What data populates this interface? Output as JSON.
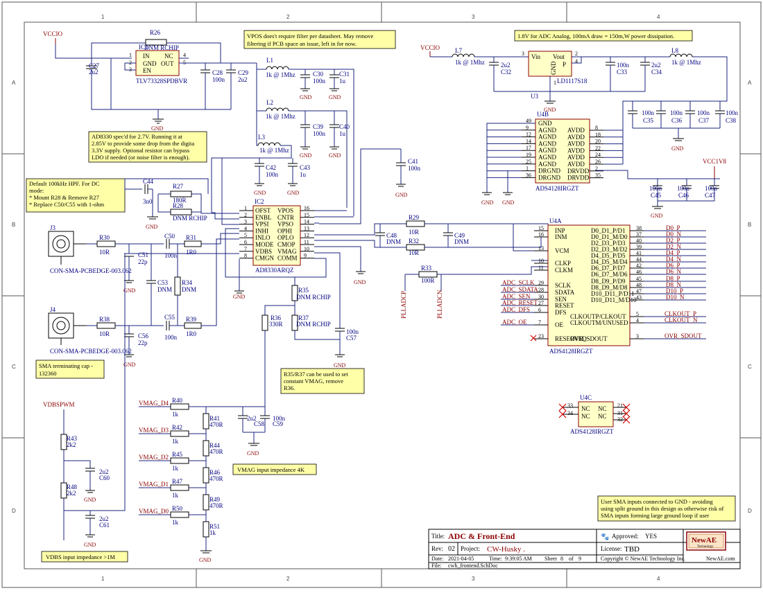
{
  "frame": {
    "cols": [
      "1",
      "2",
      "3",
      "4"
    ],
    "rows": [
      "A",
      "B",
      "C",
      "D"
    ]
  },
  "power": {
    "vccio_left": "VCCIO",
    "vccio_right": "VCCIO",
    "vcc1v8": "VCC1V8",
    "vdbspwm": "VDBSPWM",
    "gnd": "GND"
  },
  "notes": {
    "vpos": [
      "VPOS does't require filter per datasheet. May remove",
      "filtering if PCB space an issue, left in for now."
    ],
    "adc_analog": [
      "1.8V for ADC Analog, 100mA draw = 150m,W power dissipation."
    ],
    "ad8330": [
      "AD8330 spec'd for 2.7V. Running it at",
      "2.85V to provide some drop from the digita",
      "3.3V supply. Optional resistor can bypass",
      "LDO if needed (or noise filter is enough)."
    ],
    "hpf": [
      "Default 100kHz HPF. For DC",
      "mode:",
      "* Mount R28 & Remove R27",
      "* Replace C50/C55 with 1-ohm"
    ],
    "sma_cap": [
      "SMA terminating cap -",
      "132360"
    ],
    "r35": [
      "R35/R37 can be used to set",
      "constant VMAG, remove",
      "R36."
    ],
    "vmag": [
      "VMAG input impedance 4K"
    ],
    "vdbs": [
      "VDBS input impedance >1M"
    ],
    "sma_gnd": [
      "User SMA inputs connected to GND - avoiding",
      "using split ground in this design as otherwise risk of",
      "SMA inputs forming large ground loop if user"
    ]
  },
  "parts": {
    "ic1": {
      "ref": "IC1",
      "name": "TLV73328SPDBVR",
      "pins": [
        "IN",
        "GND",
        "EN",
        "NC",
        "OUT"
      ],
      "nums": [
        "1",
        "2",
        "3",
        "4",
        "5"
      ]
    },
    "ic2": {
      "ref": "IC2",
      "name": "AD8330ARQZ",
      "left": [
        "OFST",
        "ENBL",
        "VPSI",
        "INHI",
        "INLO",
        "MODE",
        "VDBS",
        "CMGN"
      ],
      "right": [
        "VPOS",
        "CNTR",
        "VPSO",
        "OPHI",
        "OPLO",
        "CMOP",
        "VMAG",
        "COMM"
      ],
      "lnums": [
        "1",
        "2",
        "3",
        "4",
        "5",
        "6",
        "7",
        "8"
      ],
      "rnums": [
        "16",
        "15",
        "14",
        "13",
        "12",
        "11",
        "10",
        "9"
      ]
    },
    "u3": {
      "ref": "U3",
      "name": "LD1117S18",
      "pins": [
        "Vin",
        "Vout",
        "GND",
        "P"
      ],
      "nums": [
        "3",
        "2",
        "4",
        "1"
      ]
    },
    "u4b": {
      "ref": "U4B",
      "name": "ADS4128IRGZT",
      "left": [
        "GND",
        "AGND",
        "AGND",
        "AGND",
        "AGND",
        "AGND",
        "AGND",
        "DRGND",
        "DRGND"
      ],
      "right": [
        "AVDD",
        "AVDD",
        "AVDD",
        "AVDD",
        "AVDD",
        "AVDD",
        "DRVDD",
        "DRVDD"
      ],
      "lnums": [
        "49",
        "9",
        "12",
        "14",
        "17",
        "19",
        "25",
        "1",
        "36"
      ],
      "rnums": [
        "8",
        "18",
        "20",
        "22",
        "24",
        "26",
        "2",
        "35"
      ]
    },
    "u4a": {
      "ref": "U4A",
      "name": "ADS4128IRGZT",
      "left": [
        "INP",
        "INM",
        "VCM",
        "CLKP",
        "CLKM",
        "SCLK",
        "SDATA",
        "SEN",
        "RESET",
        "DFS",
        "OE",
        "RESERVED"
      ],
      "lnums": [
        "15",
        "16",
        "13",
        "10",
        "11",
        "29",
        "28",
        "30",
        "27",
        "6",
        "7",
        "23"
      ],
      "right": [
        "D0_D1_P/D1",
        "D0_D1_M/D0",
        "D2_D3_P/D3",
        "D2_D3_M/D2",
        "D4_D5_P/D5",
        "D4_D5_M/D4",
        "D6_D7_P/D7",
        "D6_D7_M/D6",
        "D8_D9_P/D9",
        "D8_D9_M/D8",
        "D10_D11_P/D11",
        "D10_D11_M/D10",
        "CLKOUTP/CLKOUT",
        "CLKOUTM/UNUSED",
        "OVR_SDOUT"
      ],
      "rnums": [
        "38",
        "37",
        "40",
        "39",
        "41",
        "44",
        "42",
        "46",
        "45",
        "48",
        "47",
        "43",
        "5",
        "4",
        "3"
      ]
    },
    "u4c": {
      "ref": "U4C",
      "name": "ADS4128IRGZT",
      "pins": [
        "NC",
        "NC",
        "NC",
        "NC"
      ],
      "nums": [
        "33",
        "34",
        "21",
        "31",
        "32"
      ]
    },
    "j3": {
      "ref": "J3",
      "name": "CON-SMA-PCBEDGE-003.062"
    },
    "j4": {
      "ref": "J4",
      "name": "CON-SMA-PCBEDGE-003.062"
    }
  },
  "labels": {
    "r26": "R26",
    "r26v": "DNM RCHIP",
    "c27": "C27",
    "c27v": "2u2",
    "c28": "C28",
    "c28v": "100n",
    "c29": "C29",
    "c29v": "2u2",
    "l1": "L1",
    "l1v": "1k @ 1Mhz",
    "c30": "C30",
    "c30v": "100n",
    "c31": "C31",
    "c31v": "1u",
    "l2": "L2",
    "l2v": "1k @ 1Mhz",
    "c39": "C39",
    "c39v": "100n",
    "c40": "C40",
    "c40v": "1u",
    "l3": "L3",
    "l3v": "1k @ 1Mhz",
    "c42": "C42",
    "c42v": "100n",
    "c43": "C43",
    "c43v": "1u",
    "c41": "C41",
    "c41v": "100n",
    "l7": "L7",
    "l7v": "1k @ 1Mhz",
    "c32": "C32",
    "c32v": "2u2",
    "c33": "C33",
    "c33v": "100n",
    "c34": "C34",
    "c34v": "2u2",
    "l8": "L8",
    "l8v": "1k @ 1Mhz",
    "c35": "C35",
    "c36": "C36",
    "c37": "C37",
    "c38": "C38",
    "c35v": "100n",
    "c45": "C45",
    "c46": "C46",
    "c47": "C47",
    "c44": "C44",
    "c44v": "3n0",
    "r27": "R27",
    "r27v": "180R",
    "r28": "R28",
    "r28v": "DNM RCHIP",
    "r30": "R30",
    "r30v": "10R",
    "c51": "C51",
    "c51v": "22p",
    "c50": "C50",
    "c50v": "100n",
    "r31": "R31",
    "r31v": "1R0",
    "c53": "C53",
    "c53v": "DNM",
    "r34": "R34",
    "r34v": "DNM",
    "r38": "R38",
    "r38v": "10R",
    "c56": "C56",
    "c56v": "22p",
    "c55": "C55",
    "c55v": "100n",
    "r39": "R39",
    "r39v": "1R0",
    "r35": "R35",
    "r35v": "DNM RCHIP",
    "r36": "R36",
    "r36v": "330R",
    "r37": "R37",
    "r37v": "DNM RCHIP",
    "c57": "C57",
    "c57v": "100n",
    "c48": "C48",
    "c48v": "DNM",
    "r29": "R29",
    "r29v": "10R",
    "r32": "R32",
    "r32v": "10R",
    "c49": "C49",
    "c49v": "DNM",
    "r33": "R33",
    "r33v": "100R",
    "pl_adcp": "PLLADCP",
    "pl_adcn": "PLLADCN",
    "r40": "R40",
    "r41": "R41",
    "r42": "R42",
    "r44": "R44",
    "r45": "R45",
    "r46": "R46",
    "r47": "R47",
    "r49": "R49",
    "r50": "R50",
    "r51": "R51",
    "v1k": "1k",
    "v470": "470R",
    "c58": "C58",
    "c58v": "2u2",
    "c59": "C59",
    "c59v": "100n",
    "r43": "R43",
    "r43v": "2k2",
    "r48": "R48",
    "r48v": "2k2",
    "c60": "C60",
    "c60v": "2u2",
    "c61": "C61",
    "c61v": "2u2"
  },
  "nets": {
    "vmag": [
      "VMAG_D4",
      "VMAG_D3",
      "VMAG_D2",
      "VMAG_D1",
      "VMAG_D0"
    ],
    "adc_ctrl": [
      "ADC_SCLK",
      "ADC_SDATA",
      "ADC_SEN",
      "ADC_RESET",
      "ADC_DFS",
      "ADC_OE"
    ],
    "d_out": [
      "D0_P",
      "D0_N",
      "D2_P",
      "D2_N",
      "D4_P",
      "D4_N",
      "D6_P",
      "D6_N",
      "D8_P",
      "D8_N",
      "D10_P",
      "D10_N",
      "CLKOUT_P",
      "CLKOUT_N",
      "OVR_SDOUT"
    ]
  },
  "title_block": {
    "title_label": "Title:",
    "title": "ADC & Front-End",
    "approved_label": "Approved:",
    "approved": "YES",
    "rev_label": "Rev:",
    "rev": "02",
    "project_label": "Project:",
    "project": "CW-Husky  .",
    "license_label": "License:",
    "license": "TBD",
    "date_label": "Date:",
    "date": "2021-04-05",
    "time_label": "Time:",
    "time": "9:39:05 AM",
    "sheet_label": "Sheet",
    "sheet": "8",
    "of_label": "of",
    "of": "9",
    "copyright": "Copyright © NewAE Technology Inc.",
    "site": "NewAE.com",
    "file_label": "File:",
    "file": "cwh_frontend.SchDoc",
    "logo": "NewAE",
    "logo_sub": "Technology"
  }
}
